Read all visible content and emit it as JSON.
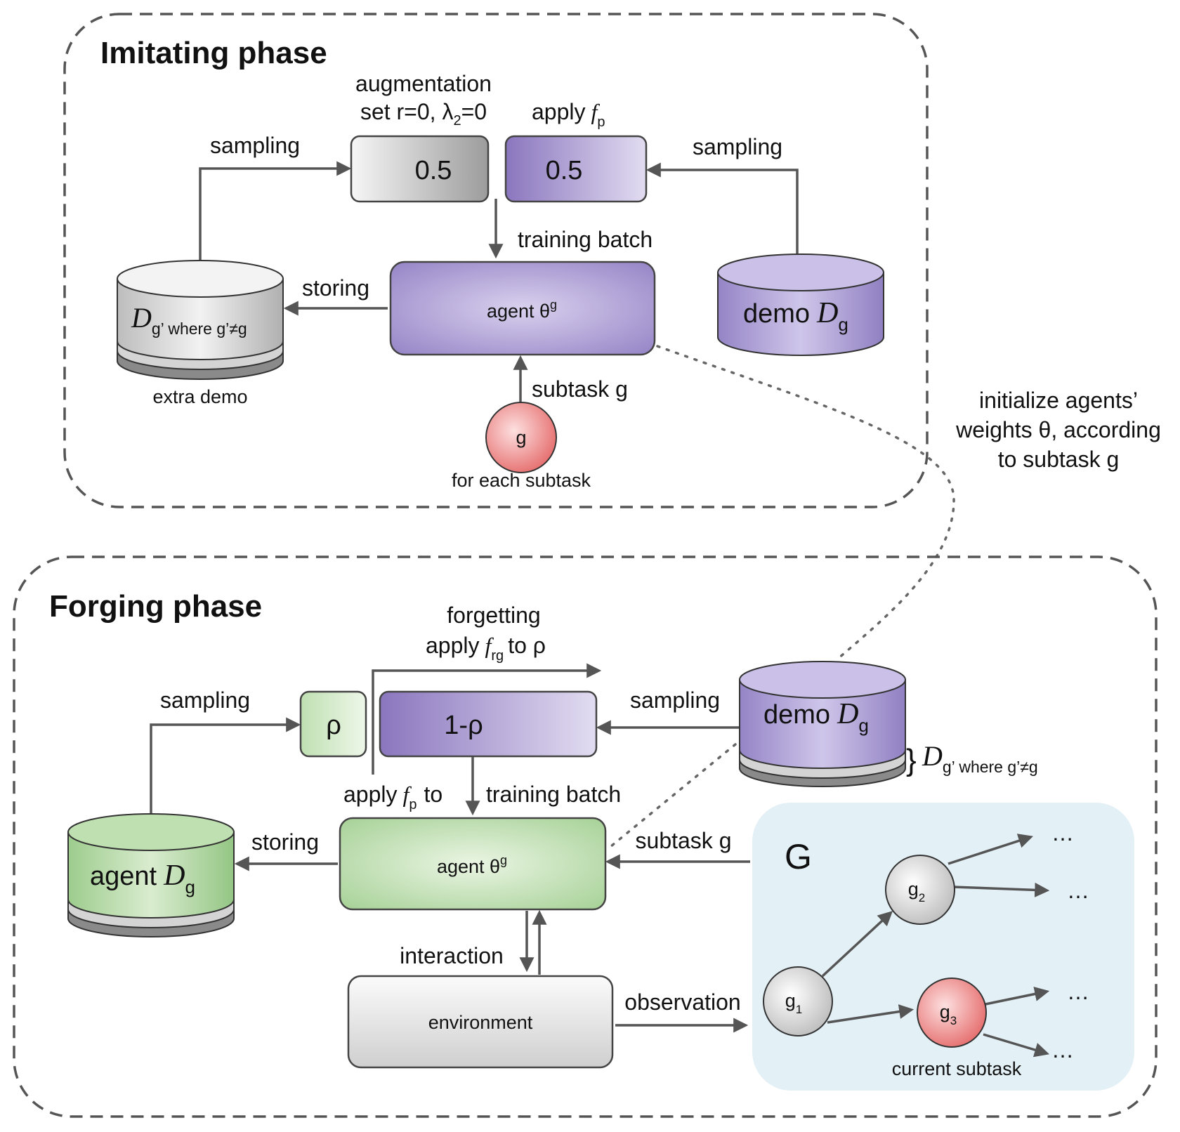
{
  "colors": {
    "purple_dark": "#8a76be",
    "purple_light": "#ddd6ef",
    "gray_dark": "#9a9a9a",
    "gray_light": "#f4f4f4",
    "green_dark": "#92c482",
    "green_light": "#e6f2de",
    "red_dark": "#e56b6b",
    "red_light": "#fbd0d0",
    "panel_blue": "#e3f1f7",
    "arrow": "#555555"
  },
  "imitating": {
    "title": "Imitating phase",
    "augmentation_label": "augmentation",
    "set_prefix": "set r=0, λ",
    "set_sub": "2",
    "set_suffix": "=0",
    "apply_label": "apply",
    "f_symbol": "f",
    "p_sub": "p",
    "gray_box_value": "0.5",
    "purple_box_value": "0.5",
    "sampling_left": "sampling",
    "sampling_right": "sampling",
    "training_batch": "training batch",
    "storing": "storing",
    "agent_prefix": "agent θ",
    "agent_sup": "g",
    "extra_demo_sub": "g’ where g’≠g",
    "extra_demo_caption": "extra demo",
    "demo_word": "demo",
    "D_symbol": "D",
    "g_sub": "g",
    "subtask_label": "subtask g",
    "node_g": "g",
    "for_each": "for each subtask"
  },
  "initialize_note": [
    "initialize agents’",
    "weights θ, according",
    "to subtask g"
  ],
  "forging": {
    "title": "Forging phase",
    "forgetting": "forgetting",
    "apply_frg_prefix": "apply",
    "rg_sub": "rg",
    "to_rho": "to ρ",
    "rho_box": "ρ",
    "one_minus_rho_box": "1-ρ",
    "sampling_left": "sampling",
    "sampling_right": "sampling",
    "apply_fp_prefix": "apply",
    "apply_fp_suffix": "to",
    "training_batch": "training batch",
    "storing": "storing",
    "agent_cyl_word": "agent",
    "agent_prefix": "agent θ",
    "agent_sup": "g",
    "demo_word": "demo",
    "extra_sub": "g’ where g’≠g",
    "subtask_label": "subtask g",
    "interaction": "interaction",
    "environment": "environment",
    "observation": "observation",
    "graph_title": "G",
    "nodes": [
      {
        "base": "g",
        "sub": "1"
      },
      {
        "base": "g",
        "sub": "2"
      },
      {
        "base": "g",
        "sub": "3"
      }
    ],
    "ellipsis": "…",
    "current_subtask": "current subtask"
  }
}
